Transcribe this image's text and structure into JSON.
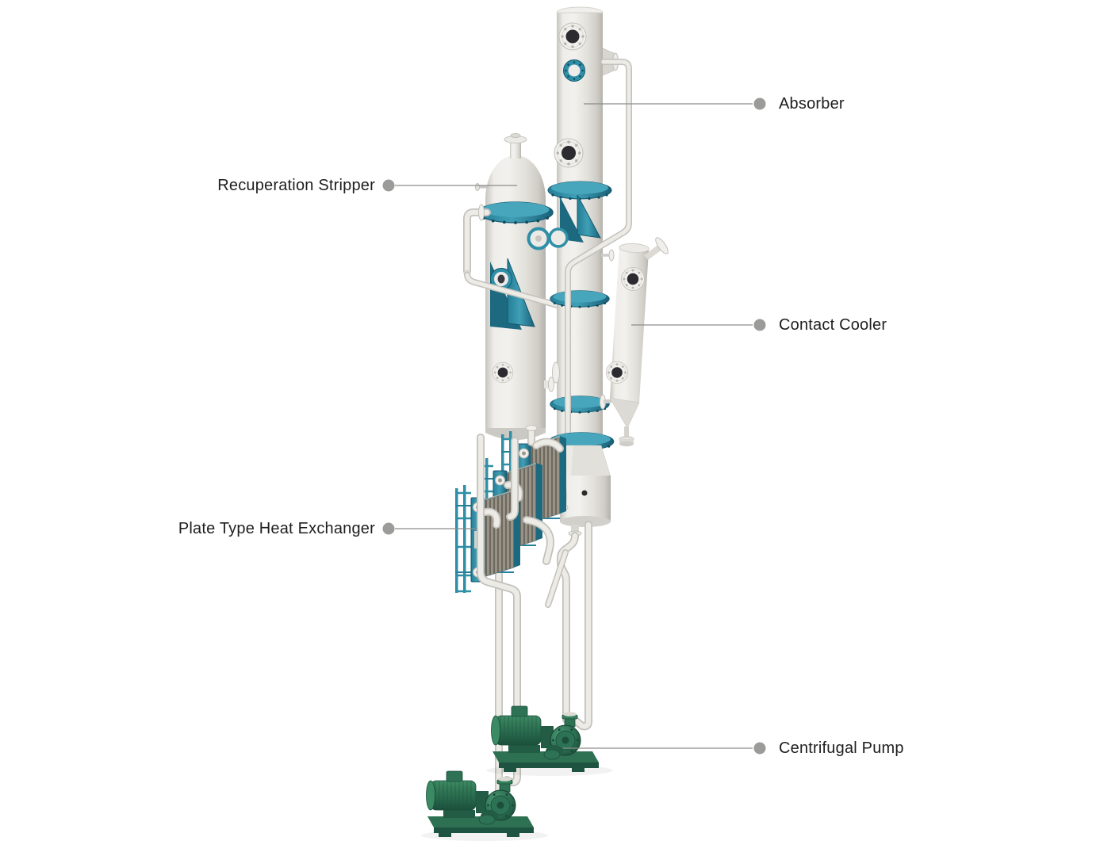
{
  "diagram": {
    "labels": {
      "absorber": "Absorber",
      "recuperation_stripper": "Recuperation Stripper",
      "contact_cooler": "Contact Cooler",
      "plate_heat_exchanger": "Plate Type Heat Exchanger",
      "centrifugal_pump": "Centrifugal Pump"
    },
    "colors": {
      "background": "#ffffff",
      "vessel_body": "#e9e7e2",
      "accent_teal": "#2f8fa7",
      "pump_green": "#2b6e51",
      "leader_line": "#8c8c8c",
      "leader_dot": "#9b9b99",
      "label_text": "#1e1e1e"
    }
  }
}
